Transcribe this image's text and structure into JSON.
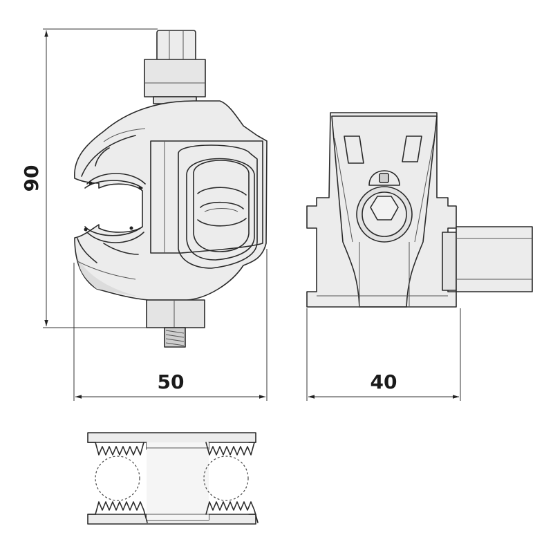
{
  "dimensions": {
    "height_label": "90",
    "width_front_label": "50",
    "width_side_label": "40"
  },
  "colors": {
    "body_fill": "#ededed",
    "body_shade": "#dcdcdc",
    "line": "#2a2a2a"
  }
}
